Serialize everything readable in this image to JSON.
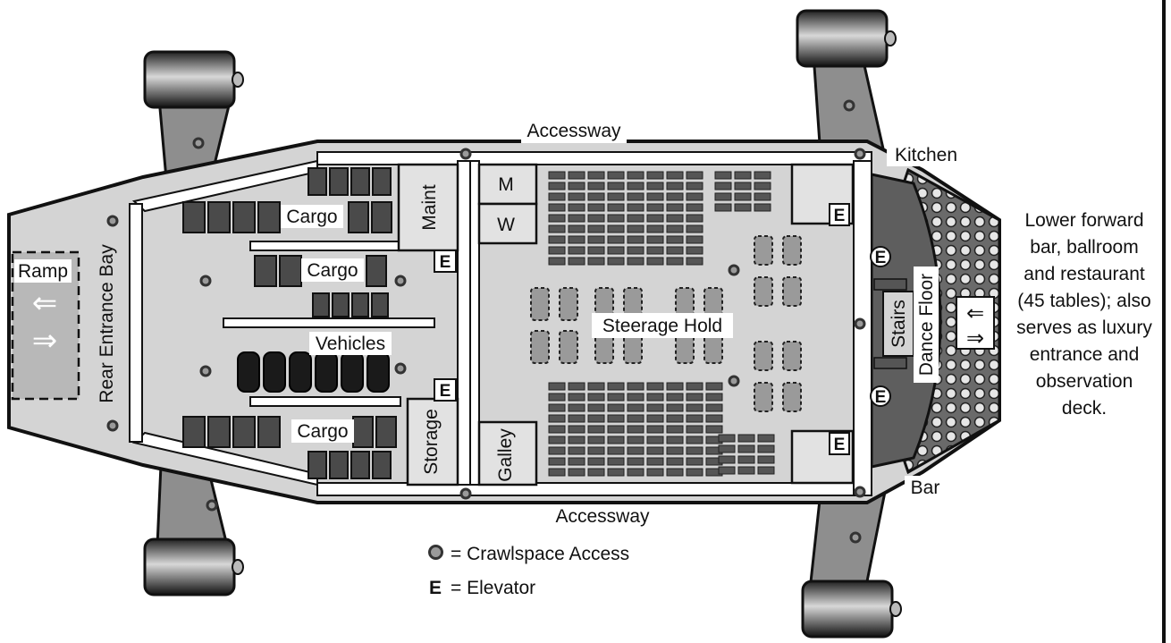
{
  "labels": {
    "accessway_top": "Accessway",
    "accessway_bottom": "Accessway",
    "kitchen": "Kitchen",
    "bar": "Bar",
    "ramp": "Ramp",
    "rear_entrance_bay": "Rear Entrance Bay",
    "cargo_1": "Cargo",
    "cargo_2": "Cargo",
    "cargo_3": "Cargo",
    "vehicles": "Vehicles",
    "maint": "Maint",
    "storage": "Storage",
    "galley": "Galley",
    "m": "M",
    "w": "W",
    "steerage_hold": "Steerage Hold",
    "stairs": "Stairs",
    "dance_floor": "Dance Floor",
    "elevator_mark": "E"
  },
  "note_lines": [
    "Lower forward",
    "bar, ballroom",
    "and restaurant",
    "(45 tables); also",
    "serves as luxury",
    "entrance and",
    "observation",
    "deck."
  ],
  "legend": {
    "crawlspace": "= Crawlspace Access",
    "elevator_symbol": "E",
    "elevator": "= Elevator"
  },
  "arrows": {
    "left": "⇐",
    "right": "⇒"
  },
  "colors": {
    "hull": "#d4d4d4",
    "line": "#111111",
    "dark": "#4a4a4a",
    "ramp": "#b8b8b8"
  }
}
